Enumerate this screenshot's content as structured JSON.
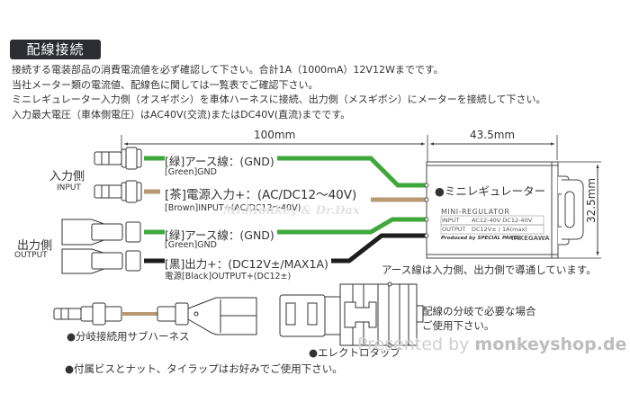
{
  "title": "配線接続",
  "notes": [
    "接続する電装部品の消費電流値を必ず確認して下さい。合計1A（1000mA）12V12Wまでです。",
    "当社メーター類の電流値、配線色に関しては一覧表でご確認下さい。",
    "ミニレギュレーター入力側（オスギボシ）を車体ハーネスに接続、出力側（メスギボシ）にメーターを接続して下さい。",
    "入力最大電圧（車体側電圧）はAC40V(交流)またはDC40V(直流)までです。"
  ],
  "dimensions": {
    "wire_length": "100mm",
    "regulator_width": "43.5mm",
    "regulator_height": "32.5mm"
  },
  "input_side": {
    "label": "入力側",
    "sublabel": "INPUT"
  },
  "output_side": {
    "label": "出力側",
    "sublabel": "OUTPUT"
  },
  "wires": [
    {
      "label": "[緑]アース線：(GND)",
      "sublabel": "[Green]GND",
      "color": "#3fa83a"
    },
    {
      "label": "[茶]電源入力+：(AC/DC12～40V)",
      "sublabel": "[Brown]INPUT+(AC/DC12～40V)",
      "color": "#b89a72"
    },
    {
      "label": "[緑]アース線：(GND)",
      "sublabel": "[Green]GND",
      "color": "#3fa83a"
    },
    {
      "label": "[黒]出力+：(DC12V±/MAX1A)",
      "sublabel": "電源[Black]OUTPUT+(DC12±)",
      "color": "#1e1e1e"
    }
  ],
  "regulator": {
    "name": "●ミニレギュレーター",
    "model": "MINI-REGULATOR",
    "spec_rows": [
      {
        "key": "INPUT",
        "value": "AC12-40V  DC12-40V"
      },
      {
        "key": "OUTPUT",
        "value": "DC12V± / 1A(max)"
      }
    ],
    "producer": "Produced by SPECIAL PARTS",
    "brand": "TAKEGAWA"
  },
  "ground_note": "アース線は入力側、出力側で導通しています。",
  "sub_harness_label": "●分岐接続用サブハーネス",
  "electro_tap_label": "●エレクトロタップ",
  "electro_tap_note": [
    "配線の分岐で必要な場合",
    "ご使用下さい。"
  ],
  "footer_note": "●付属ビスとナット、タイラップはお好みでご使用下さい。",
  "watermark": {
    "prefix": "Presented by ",
    "brand": "monkeyshop.de"
  },
  "watermark_center": "Mr.Monkey & Dr.Dax"
}
